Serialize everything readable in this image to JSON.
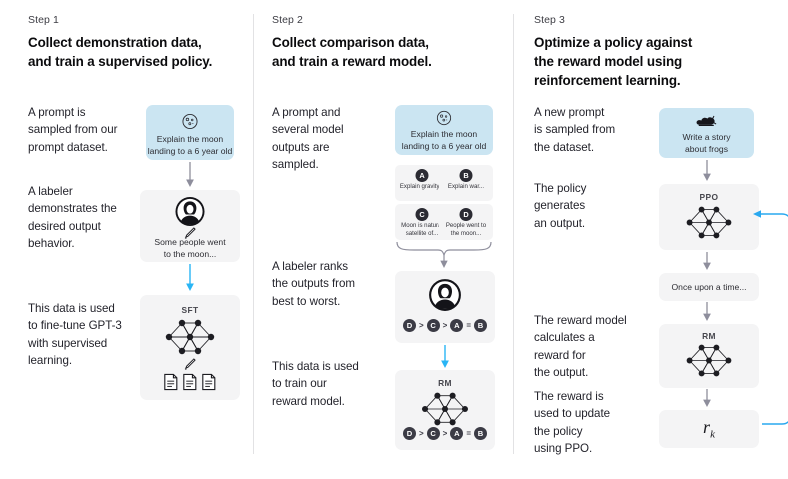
{
  "steps": [
    {
      "label": "Step 1",
      "title_line1": "Collect demonstration data,",
      "title_line2": "and train a supervised policy.",
      "paragraphs": [
        "A prompt is\nsampled from our\nprompt dataset.",
        "A labeler\ndemonstrates the\ndesired output\nbehavior.",
        "This data is used\nto fine-tune GPT-3\nwith supervised\nlearning."
      ],
      "cards": [
        {
          "name": "prompt-card",
          "icon": "moon-icon",
          "text": "Explain the moon\nlanding to a 6 year old"
        },
        {
          "name": "labeler-demo-card",
          "icon": "labeler-avatar-icon",
          "text": "Some people went\nto the moon..."
        },
        {
          "name": "sft-model-card",
          "caption": "SFT",
          "icon": "neural-network-icon"
        }
      ]
    },
    {
      "label": "Step 2",
      "title_line1": "Collect comparison data,",
      "title_line2": "and train a reward model.",
      "paragraphs": [
        "A prompt and\nseveral model\noutputs are\nsampled.",
        "A labeler ranks\nthe outputs from\nbest to worst.",
        "This data is used\nto train our\nreward model."
      ],
      "prompt_card": {
        "icon": "moon-icon",
        "text": "Explain the moon\nlanding to a 6 year old"
      },
      "options": [
        {
          "badge": "A",
          "text": "Explain gravity..."
        },
        {
          "badge": "B",
          "text": "Explain war..."
        },
        {
          "badge": "C",
          "text": "Moon is natural\nsatellite of..."
        },
        {
          "badge": "D",
          "text": "People went to\nthe moon..."
        }
      ],
      "ranking": [
        "D",
        ">",
        "C",
        ">",
        "A",
        "=",
        "B"
      ],
      "rm_caption": "RM"
    },
    {
      "label": "Step 3",
      "title_line1": "Optimize a policy against",
      "title_line2": "the reward model using",
      "title_line3": "reinforcement learning.",
      "paragraphs": [
        "A new prompt\nis sampled from\nthe dataset.",
        "The policy\ngenerates\nan output.",
        "The reward model\ncalculates a\nreward for\nthe output.",
        "The reward is\nused to update\nthe policy\nusing PPO."
      ],
      "cards": [
        {
          "name": "new-prompt-card",
          "icon": "frog-icon",
          "text": "Write a story\nabout frogs"
        },
        {
          "name": "ppo-policy-card",
          "caption": "PPO",
          "icon": "neural-network-icon"
        },
        {
          "name": "policy-output-card",
          "text": "Once upon a time..."
        },
        {
          "name": "reward-model-card",
          "caption": "RM",
          "icon": "neural-network-icon"
        },
        {
          "name": "reward-value-card",
          "value": "r",
          "subscript": "k"
        }
      ]
    }
  ],
  "colors": {
    "prompt_blue": "#cbe5f2",
    "card_gray": "#f4f4f5",
    "arrow_gray": "#8e8e9c",
    "arrow_blue": "#29b5f5",
    "loop_blue": "#29a8ef",
    "divider": "#e2e2e4",
    "text_dark": "#202123"
  }
}
